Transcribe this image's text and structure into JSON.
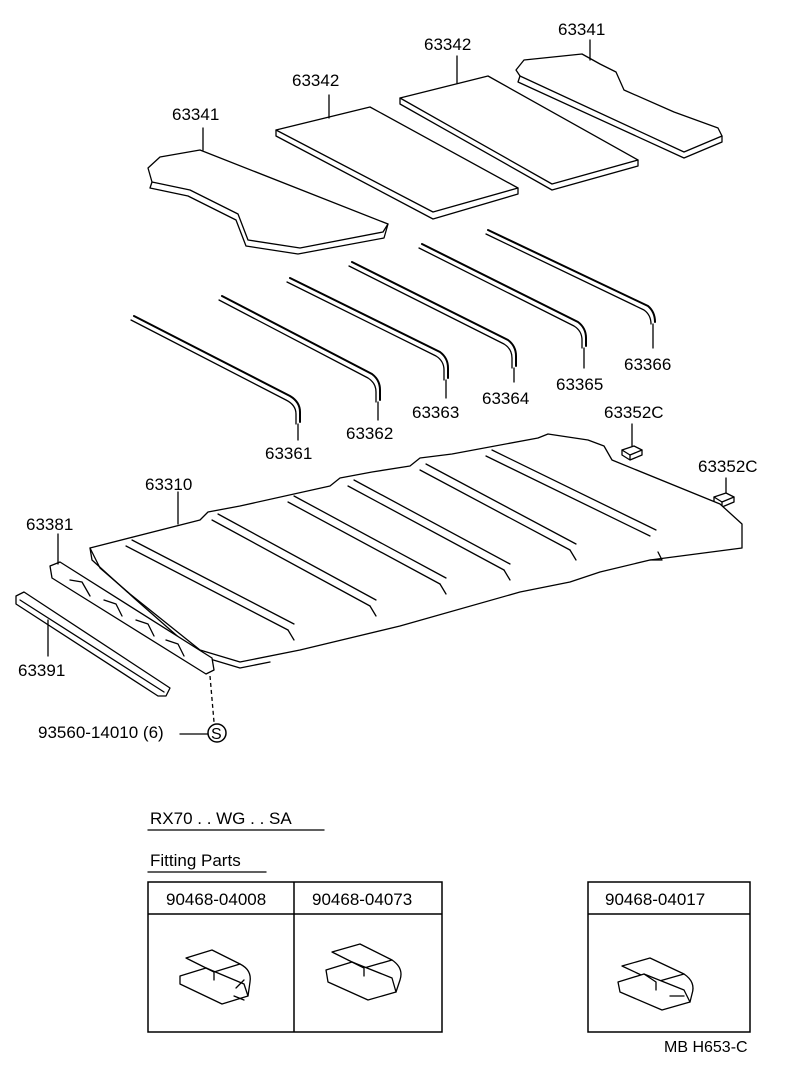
{
  "parts": {
    "p63341_left": "63341",
    "p63342_left": "63342",
    "p63342_right": "63342",
    "p63341_right": "63341",
    "p63361": "63361",
    "p63362": "63362",
    "p63363": "63363",
    "p63364": "63364",
    "p63365": "63365",
    "p63366": "63366",
    "p63352C_a": "63352C",
    "p63352C_b": "63352C",
    "p63310": "63310",
    "p63381": "63381",
    "p63391": "63391",
    "screw": "93560-14010 (6)",
    "screw_symbol": "S"
  },
  "model_line": "RX70 . . WG . . SA",
  "fitting_parts": {
    "title": "Fitting Parts",
    "clips": [
      "90468-04008",
      "90468-04073",
      "90468-04017"
    ]
  },
  "diagram_code": "MB H653-C"
}
